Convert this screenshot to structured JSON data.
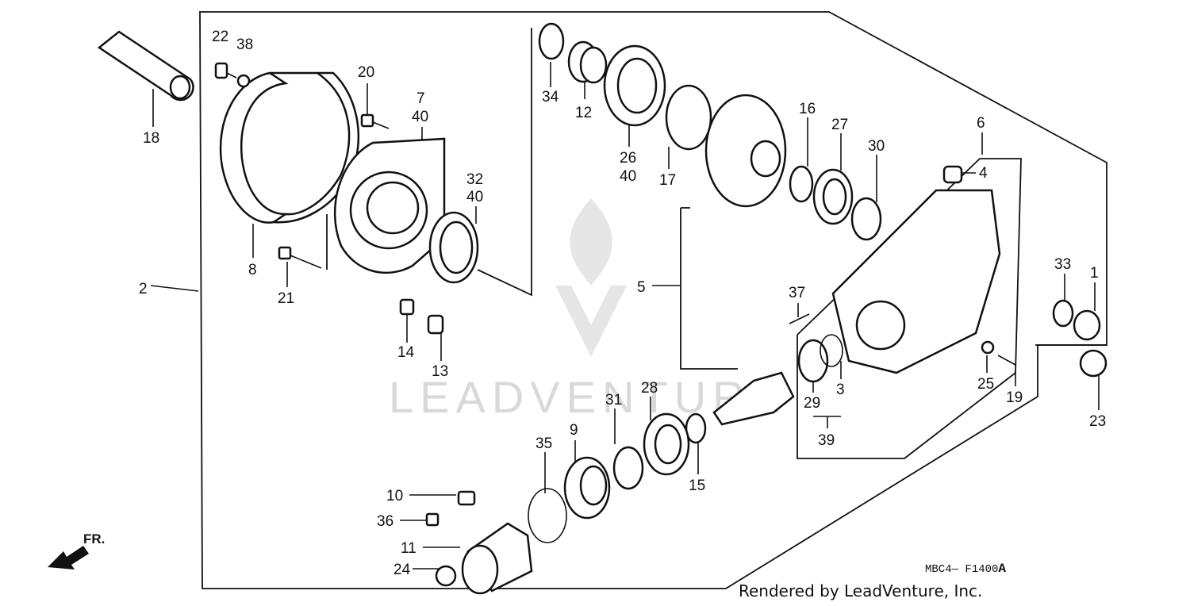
{
  "diagram": {
    "code": "MBC4— F1400",
    "code_suffix": "A",
    "render_credit": "Rendered by LeadVenture, Inc.",
    "watermark": "LEADVENTURE",
    "direction_label": "FR.",
    "labels": [
      {
        "id": "22",
        "text": "22"
      },
      {
        "id": "38",
        "text": "38"
      },
      {
        "id": "18",
        "text": "18"
      },
      {
        "id": "20",
        "text": "20"
      },
      {
        "id": "7",
        "text": "7"
      },
      {
        "id": "40a",
        "text": "40"
      },
      {
        "id": "34",
        "text": "34"
      },
      {
        "id": "12",
        "text": "12"
      },
      {
        "id": "26",
        "text": "26"
      },
      {
        "id": "40b",
        "text": "40"
      },
      {
        "id": "17",
        "text": "17"
      },
      {
        "id": "16",
        "text": "16"
      },
      {
        "id": "27",
        "text": "27"
      },
      {
        "id": "30",
        "text": "30"
      },
      {
        "id": "6",
        "text": "6"
      },
      {
        "id": "4",
        "text": "4"
      },
      {
        "id": "32",
        "text": "32"
      },
      {
        "id": "40c",
        "text": "40"
      },
      {
        "id": "8",
        "text": "8"
      },
      {
        "id": "21",
        "text": "21"
      },
      {
        "id": "2",
        "text": "2"
      },
      {
        "id": "14",
        "text": "14"
      },
      {
        "id": "13",
        "text": "13"
      },
      {
        "id": "5",
        "text": "5"
      },
      {
        "id": "37",
        "text": "37"
      },
      {
        "id": "33",
        "text": "33"
      },
      {
        "id": "1",
        "text": "1"
      },
      {
        "id": "25",
        "text": "25"
      },
      {
        "id": "19",
        "text": "19"
      },
      {
        "id": "23",
        "text": "23"
      },
      {
        "id": "29",
        "text": "29"
      },
      {
        "id": "3",
        "text": "3"
      },
      {
        "id": "39",
        "text": "39"
      },
      {
        "id": "28",
        "text": "28"
      },
      {
        "id": "31",
        "text": "31"
      },
      {
        "id": "9",
        "text": "9"
      },
      {
        "id": "35",
        "text": "35"
      },
      {
        "id": "15",
        "text": "15"
      },
      {
        "id": "10",
        "text": "10"
      },
      {
        "id": "36",
        "text": "36"
      },
      {
        "id": "11",
        "text": "11"
      },
      {
        "id": "24",
        "text": "24"
      }
    ]
  }
}
